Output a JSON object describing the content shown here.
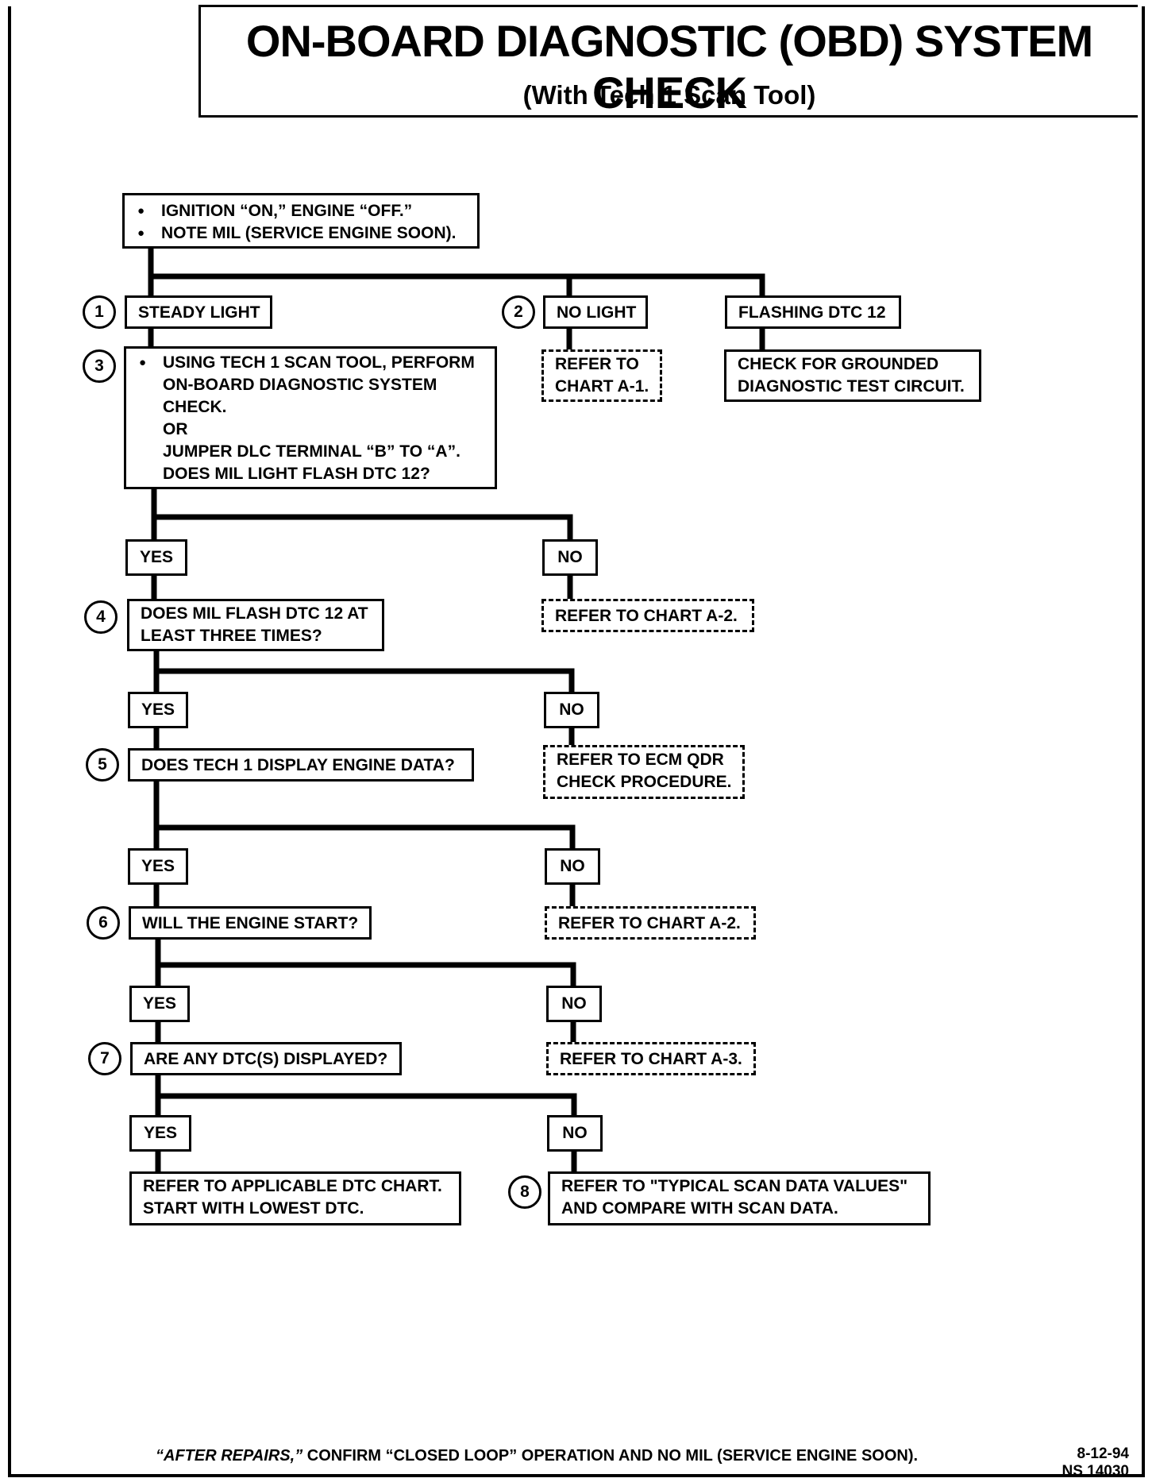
{
  "title": "ON-BOARD DIAGNOSTIC (OBD) SYSTEM CHECK",
  "subtitle": "(With Tech 1 Scan Tool)",
  "start": {
    "bullets": [
      "IGNITION “ON,” ENGINE “OFF.”",
      "NOTE MIL (SERVICE ENGINE SOON)."
    ]
  },
  "branches": {
    "steady_light": "STEADY LIGHT",
    "no_light": "NO LIGHT",
    "flashing": "FLASHING DTC 12"
  },
  "step_numbers": [
    "1",
    "2",
    "3",
    "4",
    "5",
    "6",
    "7",
    "8"
  ],
  "refer_a1": [
    "REFER TO",
    "CHART A-1."
  ],
  "check_grounded": [
    "CHECK FOR GROUNDED",
    "DIAGNOSTIC TEST CIRCUIT."
  ],
  "step3": {
    "bullet": "USING TECH 1 SCAN TOOL, PERFORM",
    "lines": [
      "ON-BOARD DIAGNOSTIC SYSTEM",
      "CHECK.",
      "OR",
      "JUMPER DLC TERMINAL “B” TO “A”.",
      "DOES MIL LIGHT FLASH DTC 12?"
    ]
  },
  "yes": "YES",
  "no": "NO",
  "refer_a2": "REFER TO CHART A-2.",
  "step4": [
    "DOES MIL FLASH DTC 12 AT",
    "LEAST THREE TIMES?"
  ],
  "step5": "DOES TECH 1 DISPLAY ENGINE DATA?",
  "refer_ecm": [
    "REFER TO ECM QDR",
    "CHECK PROCEDURE."
  ],
  "step6": "WILL THE ENGINE START?",
  "refer_a2b": "REFER TO CHART A-2.",
  "step7": "ARE ANY DTC(s) DISPLAYED?",
  "refer_a3": "REFER TO CHART A-3.",
  "refer_dtc": [
    "REFER TO APPLICABLE DTC CHART.",
    "START WITH LOWEST DTC."
  ],
  "refer_typical": [
    "REFER TO \"TYPICAL SCAN DATA VALUES\"",
    "AND COMPARE WITH SCAN DATA."
  ],
  "footer": {
    "emph": "“AFTER REPAIRS,”",
    "rest": " CONFIRM “CLOSED LOOP” OPERATION AND NO MIL (SERVICE ENGINE SOON)."
  },
  "code": [
    "8-12-94",
    "NS 14030"
  ]
}
